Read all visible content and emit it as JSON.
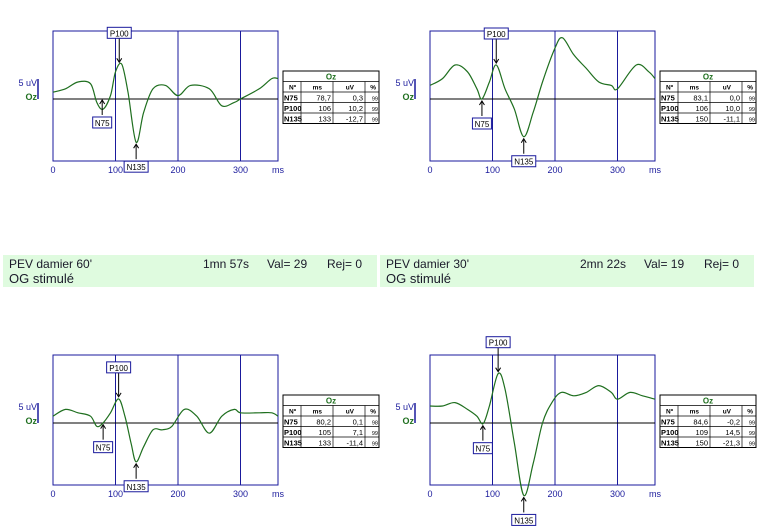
{
  "colors": {
    "axis": "#1a1a9c",
    "trace": "#1f6f1f",
    "band": "#dffbdf",
    "tick_text": "#1a1a9c"
  },
  "bands": [
    {
      "title": "PEV damier 60'",
      "time": "1mn 57s",
      "val": "Val= 29",
      "rej": "Rej= 0",
      "eye": "OG stimulé"
    },
    {
      "title": "PEV damier 30'",
      "time": "2mn 22s",
      "val": "Val= 19",
      "rej": "Rej= 0",
      "eye": "OG stimulé"
    }
  ],
  "chart_data": [
    {
      "type": "line",
      "channel": "Oz",
      "scale_label": "5 uV",
      "xlabel": "ms",
      "xlim": [
        0,
        360
      ],
      "ylim": [
        -19,
        20
      ],
      "x_ticks": [
        0,
        100,
        200,
        300
      ],
      "grid_x": [
        100,
        200,
        300
      ],
      "x": [
        0,
        20,
        40,
        60,
        70,
        80,
        92,
        100,
        110,
        120,
        133,
        145,
        160,
        180,
        200,
        220,
        250,
        270,
        290,
        300,
        330,
        350,
        360
      ],
      "values": [
        2,
        3,
        5,
        4.5,
        -1,
        -3,
        1,
        8,
        10.2,
        2,
        -12.7,
        -4,
        3,
        4,
        1,
        4,
        3,
        -2,
        -1,
        0,
        3,
        6,
        6
      ],
      "peaks": [
        {
          "label": "N75",
          "ms": 78.7,
          "uv": 0.3,
          "pct": 99,
          "ms_text": "78,7",
          "uv_text": "0,3",
          "pct_text": "99",
          "dir": "down"
        },
        {
          "label": "P100",
          "ms": 106,
          "uv": 10.2,
          "pct": 99,
          "ms_text": "106",
          "uv_text": "10,2",
          "pct_text": "99",
          "dir": "up"
        },
        {
          "label": "N135",
          "ms": 133,
          "uv": -12.7,
          "pct": 99,
          "ms_text": "133",
          "uv_text": "-12,7",
          "pct_text": "99",
          "dir": "down"
        }
      ],
      "table_headers": [
        "Nº",
        "ms",
        "uV",
        "%"
      ]
    },
    {
      "type": "line",
      "channel": "Oz",
      "scale_label": "5 uV",
      "xlabel": "ms",
      "xlim": [
        0,
        360
      ],
      "ylim": [
        -19,
        20
      ],
      "x_ticks": [
        0,
        100,
        200,
        300
      ],
      "grid_x": [
        100,
        200,
        300
      ],
      "x": [
        0,
        20,
        40,
        60,
        75,
        83,
        95,
        106,
        120,
        135,
        150,
        165,
        180,
        200,
        212,
        230,
        250,
        270,
        290,
        300,
        330,
        350,
        360
      ],
      "values": [
        4,
        6,
        10,
        8,
        3,
        0,
        5,
        10,
        3,
        -3,
        -11.1,
        -4,
        5,
        15,
        18,
        13,
        9,
        5,
        4,
        3,
        10,
        8,
        6
      ],
      "peaks": [
        {
          "label": "N75",
          "ms": 83.1,
          "uv": 0.0,
          "pct": 99,
          "ms_text": "83,1",
          "uv_text": "0,0",
          "pct_text": "99",
          "dir": "down"
        },
        {
          "label": "P100",
          "ms": 106,
          "uv": 10.0,
          "pct": 99,
          "ms_text": "106",
          "uv_text": "10,0",
          "pct_text": "99",
          "dir": "up"
        },
        {
          "label": "N135",
          "ms": 150,
          "uv": -11.1,
          "pct": 99,
          "ms_text": "150",
          "uv_text": "-11,1",
          "pct_text": "99",
          "dir": "down"
        }
      ],
      "table_headers": [
        "Nº",
        "ms",
        "uV",
        "%"
      ]
    },
    {
      "type": "line",
      "channel": "Oz",
      "scale_label": "5 uV",
      "xlabel": "ms",
      "xlim": [
        0,
        360
      ],
      "ylim": [
        -19,
        20
      ],
      "x_ticks": [
        0,
        100,
        200,
        300
      ],
      "grid_x": [
        100,
        200,
        300
      ],
      "x": [
        0,
        20,
        40,
        60,
        70,
        80,
        92,
        105,
        115,
        125,
        133,
        145,
        160,
        175,
        190,
        210,
        230,
        250,
        270,
        290,
        300,
        330,
        350,
        360
      ],
      "values": [
        2,
        4,
        3,
        2,
        -1,
        0,
        3,
        7.1,
        2,
        -6,
        -11.4,
        -7,
        -2,
        -2,
        -1,
        4,
        2,
        -3,
        2,
        4,
        3,
        3,
        3,
        2
      ],
      "peaks": [
        {
          "label": "N75",
          "ms": 80.2,
          "uv": 0.1,
          "pct": 98,
          "ms_text": "80,2",
          "uv_text": "0,1",
          "pct_text": "98",
          "dir": "down"
        },
        {
          "label": "P100",
          "ms": 105,
          "uv": 7.1,
          "pct": 99,
          "ms_text": "105",
          "uv_text": "7,1",
          "pct_text": "99",
          "dir": "up"
        },
        {
          "label": "N135",
          "ms": 133,
          "uv": -11.4,
          "pct": 99,
          "ms_text": "133",
          "uv_text": "-11,4",
          "pct_text": "99",
          "dir": "down"
        }
      ],
      "table_headers": [
        "Nº",
        "ms",
        "uV",
        "%"
      ]
    },
    {
      "type": "line",
      "channel": "Oz",
      "scale_label": "5 uV",
      "xlabel": "ms",
      "xlim": [
        0,
        360
      ],
      "ylim": [
        -19,
        20
      ],
      "x_ticks": [
        0,
        100,
        200,
        300
      ],
      "grid_x": [
        100,
        200,
        300
      ],
      "x": [
        0,
        20,
        40,
        60,
        75,
        85,
        95,
        109,
        120,
        135,
        150,
        165,
        180,
        195,
        210,
        230,
        250,
        270,
        290,
        300,
        320,
        340,
        360
      ],
      "values": [
        5,
        5,
        6,
        4,
        2,
        -0.2,
        5,
        14.5,
        10,
        -6,
        -21.3,
        -12,
        0,
        6,
        9,
        8,
        9,
        11,
        9,
        7,
        9,
        8,
        7
      ],
      "peaks": [
        {
          "label": "N75",
          "ms": 84.6,
          "uv": -0.2,
          "pct": 99,
          "ms_text": "84,6",
          "uv_text": "-0,2",
          "pct_text": "99",
          "dir": "down"
        },
        {
          "label": "P100",
          "ms": 109,
          "uv": 14.5,
          "pct": 99,
          "ms_text": "109",
          "uv_text": "14,5",
          "pct_text": "99",
          "dir": "up"
        },
        {
          "label": "N135",
          "ms": 150,
          "uv": -21.3,
          "pct": 99,
          "ms_text": "150",
          "uv_text": "-21,3",
          "pct_text": "99",
          "dir": "down"
        }
      ],
      "table_headers": [
        "Nº",
        "ms",
        "uV",
        "%"
      ]
    }
  ]
}
